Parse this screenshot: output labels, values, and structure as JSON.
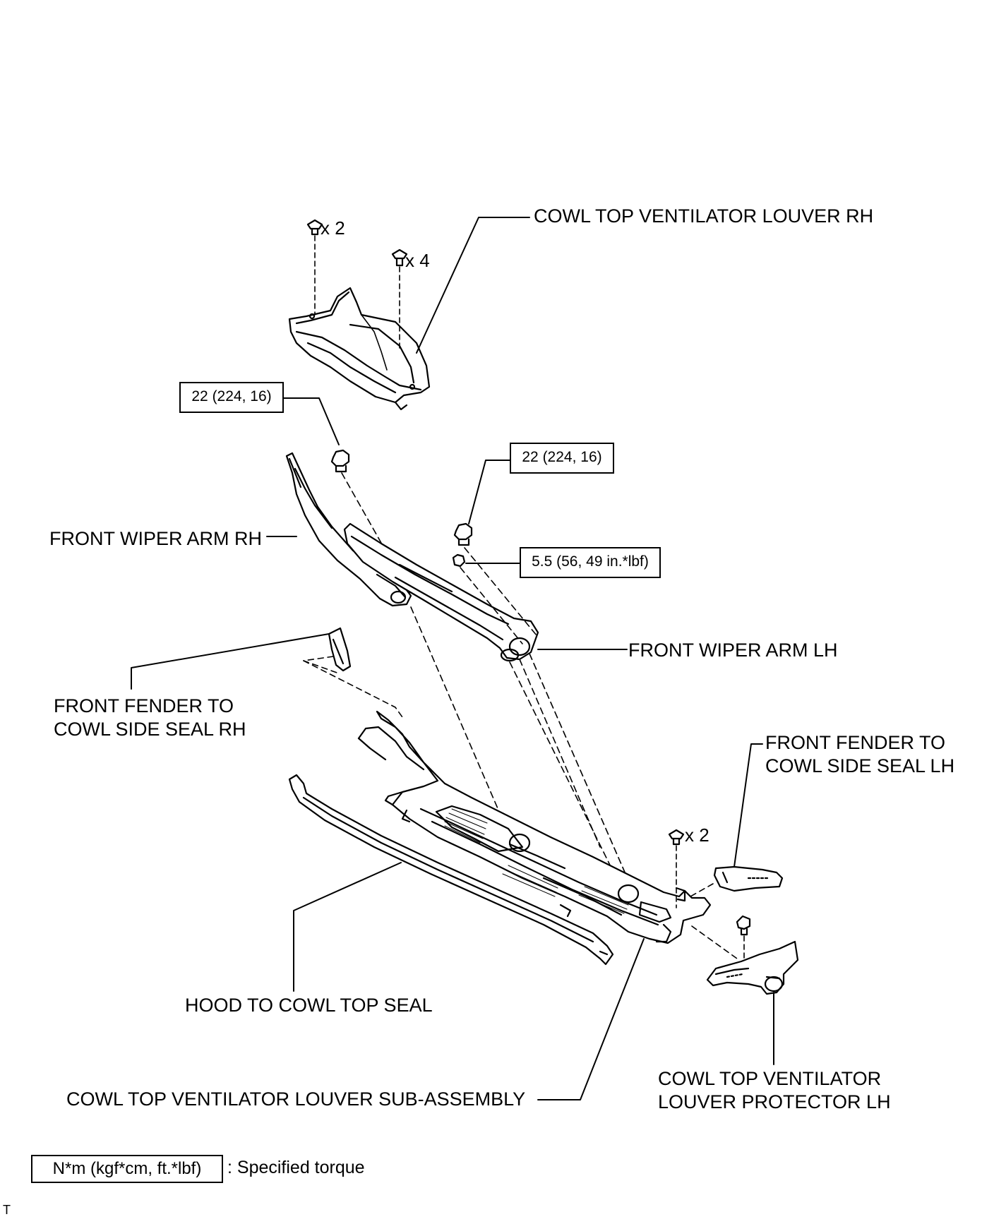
{
  "labels": {
    "louver_rh": "COWL TOP VENTILATOR LOUVER RH",
    "wiper_arm_rh": "FRONT WIPER ARM RH",
    "wiper_arm_lh": "FRONT WIPER ARM LH",
    "fender_seal_rh_1": "FRONT FENDER TO",
    "fender_seal_rh_2": "COWL SIDE SEAL RH",
    "fender_seal_lh_1": "FRONT FENDER TO",
    "fender_seal_lh_2": "COWL SIDE SEAL LH",
    "hood_seal": "HOOD TO COWL TOP SEAL",
    "louver_sub_assy": "COWL TOP VENTILATOR LOUVER SUB-ASSEMBLY",
    "protector_lh_1": "COWL TOP VENTILATOR",
    "protector_lh_2": "LOUVER PROTECTOR LH"
  },
  "torques": {
    "wiper_rh_nut": "22 (224, 16)",
    "wiper_lh_nut": "22 (224, 16)",
    "wiper_lh_bolt": "5.5 (56, 49 in.*lbf)"
  },
  "quantities": {
    "clip_rh_a": "x 2",
    "clip_rh_b": "x 4",
    "clip_lh": "x 2"
  },
  "legend": {
    "unit": "N*m (kgf*cm, ft.*lbf)",
    "text": ": Specified torque"
  },
  "figure_code": "T"
}
